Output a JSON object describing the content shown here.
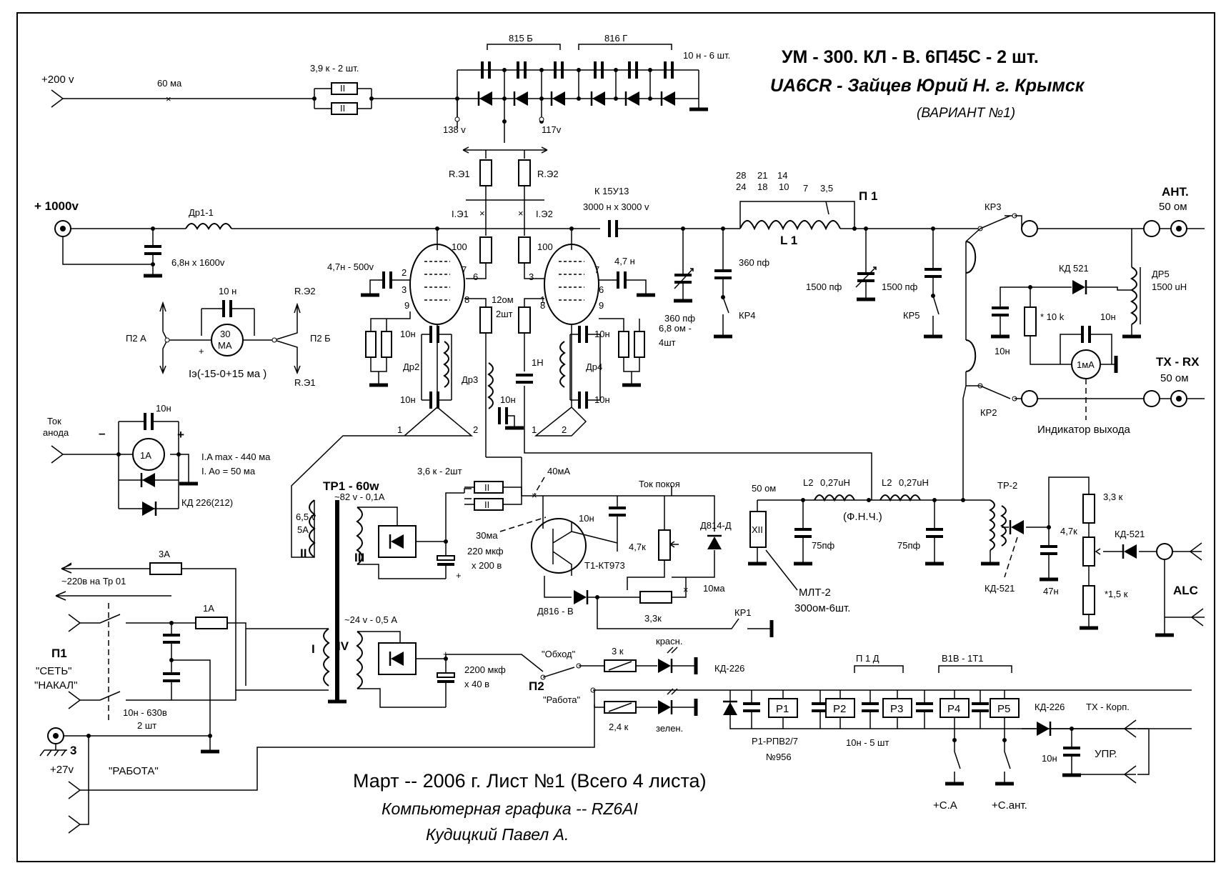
{
  "title": {
    "line1": "УМ - 300.  КЛ - В.    6П45С - 2 шт.",
    "line2": "UA6CR - Зайцев Юрий Н. г. Крымск",
    "variant": "(ВАРИАНТ №1)"
  },
  "footer": {
    "date": "Март -- 2006 г. Лист №1 (Всего 4 листа)",
    "graphics": "Компьютерная графика -- RZ6AI",
    "author": "Кудицкий  Павел  А."
  },
  "terminals": {
    "plus200": "+200 v",
    "plus1000": "+ 1000v",
    "ant": "АНТ.",
    "ant_ohm": "50 ом",
    "txrx": "TX - RX",
    "txrx_ohm": "50 ом",
    "alc": "ALC",
    "anode_current_1": "Ток",
    "anode_current_2": "анода",
    "mains": "~220в на Тр 01",
    "plus27": "+27v",
    "rabota": "\"РАБОТА\"",
    "ground_num": "3",
    "upr": "УПР.",
    "tx_korp": "ТХ - Корп.",
    "plus_ca": "+С.А",
    "plus_cant": "+С.ант."
  },
  "top_section": {
    "ma60": "60 ма",
    "r39k": "3,9 к - 2 шт.",
    "zener_815b": "815 Б",
    "zener_816g": "816 Г",
    "caps_10n": "10 н - 6 шт.",
    "v138": "138 v",
    "v117": "117v",
    "re1": "R.Э1",
    "re2": "R.Э2",
    "ie1": "I.Э1",
    "ie2": "I.Э2",
    "k15u13": "К 15У13",
    "c3000": "3000 н х 3000 v",
    "dr1": "Др1-1",
    "c68n": "6,8н х 1600v"
  },
  "tubes": {
    "c47n500": "4,7н - 500v",
    "c47n": "4,7 н",
    "r100a": "100",
    "r100b": "100",
    "r12om": "12ом",
    "r12om_qty": "2шт",
    "c10n": "10н",
    "c1n": "1Н",
    "dr2": "Др2",
    "dr3": "Др3",
    "dr4": "Др4",
    "r68": "6,8 ом -",
    "r68_qty": "4шт",
    "pins": [
      "2",
      "3",
      "7",
      "6",
      "9",
      "8",
      "3",
      "6",
      "7",
      "1",
      "9",
      "8"
    ]
  },
  "meter_section": {
    "c10n": "10 н",
    "meter": "30",
    "meter_unit": "МА",
    "p2a": "П2 А",
    "p2b": "П2 Б",
    "re2": "R.Э2",
    "re1": "R.Э1",
    "range": "Iэ(-15-0+15 ма )"
  },
  "anode_meter": {
    "c10n": "10н",
    "meter": "1А",
    "minus": "–",
    "plus": "+",
    "imax": "I.A max - 440 ма",
    "i0": "I. Ao = 50 ма",
    "diode": "КД 226(212)"
  },
  "output_network": {
    "taps": [
      "28",
      "21",
      "14",
      "7",
      "3,5"
    ],
    "taps2": [
      "24",
      "18",
      "10"
    ],
    "p1": "П 1",
    "l1": "L 1",
    "c360a": "360 пф",
    "c360b": "360 пф",
    "c1500a": "1500 пф",
    "c1500b": "1500 пф",
    "kr3": "КР3",
    "kr4": "КР4",
    "kr5": "КР5",
    "kr2": "КР2",
    "kd521": "КД 521",
    "dr5": "ДР5",
    "dr5_val": "1500 uH",
    "r10k": "* 10 k",
    "c10n_a": "10н",
    "c10n_b": "10н",
    "meter": "1мА",
    "indicator": "Индикатор выхода"
  },
  "transformer": {
    "tr1": "ТР1 - 60w",
    "s82": "~82 v - 0,1А",
    "s24": "~24 v - 0,5 А",
    "w65": "6,5 v",
    "w5a": "5А",
    "wII": "II",
    "wIII": "III",
    "wIV": "IV",
    "wI": "I"
  },
  "bias": {
    "r36k": "3,6 к - 2шт",
    "ma40": "40мА",
    "tok_pokoya": "Ток покоя",
    "c10n": "10н",
    "r47k": "4,7к",
    "d814": "Д814-Д",
    "ma30": "30ма",
    "c220": "220 мкф",
    "c220v": "х 200 в",
    "t1": "Т1-КТ973",
    "ma10": "10ма",
    "d816": "Д816 - В",
    "r33k": "3,3к",
    "kr1": "КР1",
    "c2200": "2200 мкф",
    "c2200v": "х 40 в"
  },
  "dummy": {
    "r50": "50 ом",
    "l2a": "L2",
    "l2a_val": "0,27uH",
    "l2b": "L2",
    "l2b_val": "0,27uH",
    "fnch": "(Ф.Н.Ч.)",
    "c75a": "75пф",
    "c75b": "75пф",
    "mlt": "МЛТ-2",
    "mlt_val": "300ом-6шт.",
    "xii": "XII",
    "tr2": "ТР-2",
    "kd521b": "КД-521",
    "c47n": "47н",
    "r33k": "3,3 к",
    "r47k": "4,7к",
    "r15k": "*1,5 к",
    "kd521c": "КД-521"
  },
  "mains_section": {
    "fuse3a": "3А",
    "fuse1a": "1А",
    "p1": "П1",
    "set": "\"СЕТЬ\"",
    "nakal": "\"НАКАЛ\"",
    "caps": "10н - 630в",
    "caps_qty": "2 шт"
  },
  "control": {
    "obhod": "\"Обход\"",
    "rabota": "\"Работа\"",
    "p2": "П2",
    "r3k": "3 к",
    "r24k": "2,4 к",
    "krasn": "красн.",
    "zelen": "зелен.",
    "kd226a": "КД-226",
    "kd226b": "КД-226",
    "p1d": "П 1 Д",
    "v1v": "В1В - 1Т1",
    "relays": [
      "Р1",
      "Р2",
      "Р3",
      "Р4",
      "Р5"
    ],
    "relay_type": "Р1-РПВ2/7",
    "relay_num": "№956",
    "caps5": "10н - 5 шт",
    "c10n": "10н"
  }
}
